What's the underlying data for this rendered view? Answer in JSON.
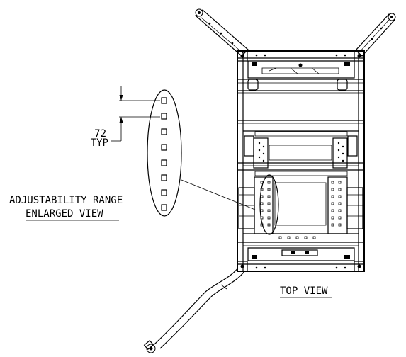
{
  "labels": {
    "dimension_value": "72",
    "dimension_typ": "TYP",
    "callout_line1": "ADJUSTABILITY RANGE",
    "callout_line2": "ENLARGED VIEW",
    "view_title": "TOP VIEW"
  }
}
